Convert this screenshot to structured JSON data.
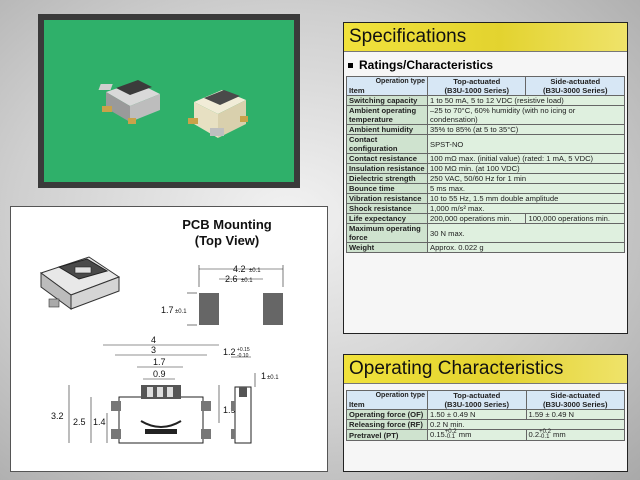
{
  "drawing": {
    "title": "PCB Mounting",
    "subtitle": "(Top View)",
    "dims": {
      "d42": "4.2",
      "d26": "2.6",
      "d17": "1.7",
      "tol01": "±0.1",
      "d4": "4",
      "d3": "3",
      "d17b": "1.7",
      "d09": "0.9",
      "d32": "3.2",
      "d25": "2.5",
      "d14": "1.4",
      "d195": "1.95",
      "d12": "1.2",
      "tol_up": "+0.15",
      "tol_dn": "-0.10",
      "d1": "1"
    }
  },
  "spec": {
    "title": "Specifications",
    "subtitle": "Ratings/Characteristics",
    "header": {
      "item": "Item",
      "op_type": "Operation type",
      "top": "Top-actuated",
      "top_series": "(B3U-1000 Series)",
      "side": "Side-actuated",
      "side_series": "(B3U-3000 Series)"
    },
    "rows": [
      {
        "label": "Switching capacity",
        "value": "1 to 50 mA, 5 to 12 VDC (resistive load)"
      },
      {
        "label": "Ambient operating temperature",
        "value": "–25 to 70°C, 60% humidity (with no icing or condensation)"
      },
      {
        "label": "Ambient humidity",
        "value": "35% to 85% (at 5 to 35°C)"
      },
      {
        "label": "Contact configuration",
        "value": "SPST-NO"
      },
      {
        "label": "Contact resistance",
        "value": "100 mΩ max. (initial value) (rated: 1 mA, 5 VDC)"
      },
      {
        "label": "Insulation resistance",
        "value": "100 MΩ min. (at 100 VDC)"
      },
      {
        "label": "Dielectric strength",
        "value": "250 VAC, 50/60 Hz for 1 min"
      },
      {
        "label": "Bounce time",
        "value": "5 ms max."
      },
      {
        "label": "Vibration resistance",
        "value": "10 to 55 Hz, 1.5 mm double amplitude"
      },
      {
        "label": "Shock resistance",
        "value": "1,000 m/s² max."
      },
      {
        "label": "Life expectancy",
        "value_top": "200,000 operations min.",
        "value_side": "100,000 operations min."
      },
      {
        "label": "Maximum operating force",
        "value": "30 N max."
      },
      {
        "label": "Weight",
        "value": "Approx. 0.022 g"
      }
    ]
  },
  "oper": {
    "title": "Operating Characteristics",
    "header": {
      "item": "Item",
      "op_type": "Operation type",
      "top": "Top-actuated",
      "top_series": "(B3U-1000 Series)",
      "side": "Side-actuated",
      "side_series": "(B3U-3000 Series)"
    },
    "rows": [
      {
        "label": "Operating force (OF)",
        "top": "1.50 ± 0.49 N",
        "side": "1.59 ± 0.49 N"
      },
      {
        "label": "Releasing force (RF)",
        "top": "0.2 N min."
      },
      {
        "label": "Pretravel (PT)",
        "top_base": "0.15",
        "top_sup": "+0.2",
        "top_sub": "-0.1",
        "top_unit": "mm",
        "side_base": "0.2",
        "side_sup": "+0.2",
        "side_sub": "-0.1",
        "side_unit": "mm"
      }
    ]
  }
}
